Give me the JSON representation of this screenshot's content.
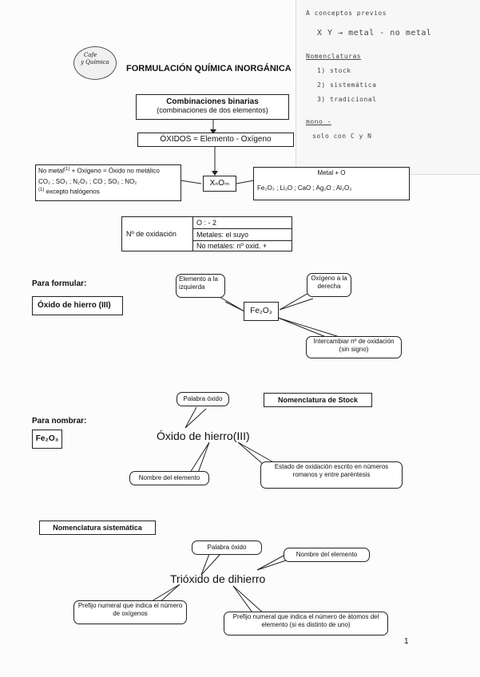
{
  "handwritten_note": {
    "lines": [
      "A conceptos previos",
      "X Y → metal - no metal",
      "Nomenclaturas",
      "1) stock",
      "2) sistemática",
      "3) tradicional",
      "mono -",
      "solo con C y N"
    ]
  },
  "logo": {
    "line1": "Cafe",
    "line2": "y Química"
  },
  "title": "FORMULACIÓN QUÍMICA INORGÁNICA",
  "binary_box": {
    "title": "Combinaciones binarias",
    "subtitle": "(combinaciones de dos elementos)"
  },
  "oxidos_box": {
    "label": "ÓXIDOS = Elemento - Oxígeno"
  },
  "nonmetal_box": {
    "line1": "No metal",
    "line1_sup": "(1)",
    "line1_rest": " + Oxígeno = Óxido no metálico",
    "line2": "CO₂ ; SO₃ ; N₂O₃ ; CO ; SO₂ ; NO₂",
    "line3_sup": "(1)",
    "line3": " excepto halógenos"
  },
  "formula_box": {
    "label": "XₙOₘ"
  },
  "metal_box": {
    "line1": "Metal + O",
    "line2": "Fe₂O₃ ; Li₂O ; CaO ; Ag₂O ; Al₂O₃"
  },
  "oxidation_table": {
    "label": "Nº de oxidación",
    "rows": [
      "O : - 2",
      "Metales: el suyo",
      "No metales: nº oxid. +"
    ]
  },
  "formular": {
    "heading": "Para formular:",
    "example": "Óxido de hierro (III)",
    "formula": "Fe₂O₃",
    "callout_left": "Elemento a la izquierda",
    "callout_right": "Oxígeno a la derecha",
    "callout_bottom": "Intercambiar nº de oxidación (sin signo)"
  },
  "nombrar": {
    "heading": "Para nombrar:",
    "formula": "Fe₂O₃",
    "stock_label": "Nomenclatura de Stock",
    "name": "Óxido de hierro(III)",
    "callout_top": "Palabra óxido",
    "callout_element": "Nombre del elemento",
    "callout_state": "Estado de oxidación escrito en números romanos y entre paréntesis"
  },
  "sistematica": {
    "label": "Nomenclatura sistemática",
    "name": "Trióxido de dihierro",
    "callout_top": "Palabra óxido",
    "callout_element": "Nombre del elemento",
    "callout_prefix_o": "Prefijo numeral que indica el número de oxígenos",
    "callout_prefix_el": "Prefijo numeral que indica el número de átomos del elemento (si es distinto de uno)"
  },
  "page_number": "1"
}
